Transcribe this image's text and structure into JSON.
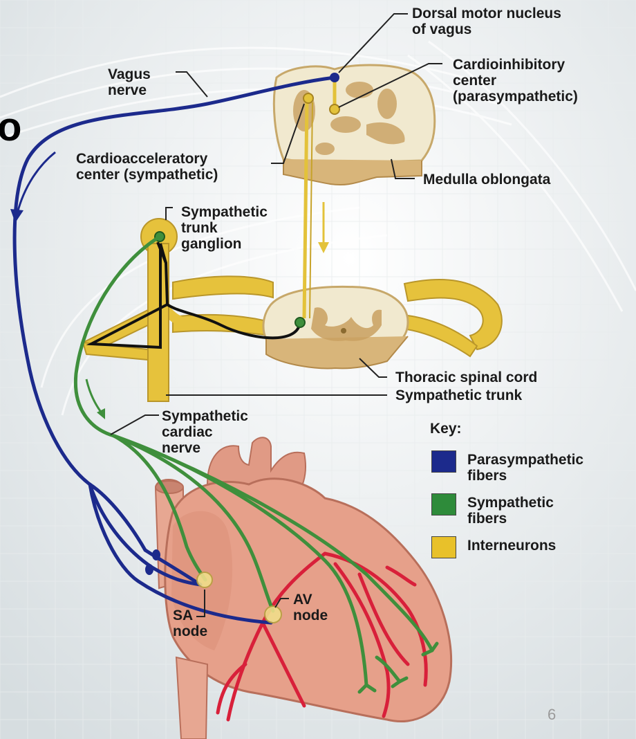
{
  "slide": {
    "partial_heading": "o",
    "page_number": "6"
  },
  "labels": {
    "dorsal_motor_nucleus": [
      "Dorsal motor nucleus",
      "of vagus"
    ],
    "vagus_nerve": [
      "Vagus",
      "nerve"
    ],
    "cardioinhibitory_center": [
      "Cardioinhibitory",
      "center",
      "(parasympathetic)"
    ],
    "cardioacceleratory_center": [
      "Cardioacceleratory",
      "center (sympathetic)"
    ],
    "medulla_oblongata": "Medulla oblongata",
    "sympathetic_trunk_ganglion": [
      "Sympathetic",
      "trunk",
      "ganglion"
    ],
    "thoracic_spinal_cord": "Thoracic spinal cord",
    "sympathetic_trunk": "Sympathetic trunk",
    "sympathetic_cardiac_nerve": [
      "Sympathetic",
      "cardiac",
      "nerve"
    ],
    "sa_node": [
      "SA",
      "node"
    ],
    "av_node": [
      "AV",
      "node"
    ]
  },
  "key": {
    "title": "Key:",
    "items": [
      {
        "label": [
          "Parasympathetic",
          "fibers"
        ],
        "color": "#1c2a8c"
      },
      {
        "label": [
          "Sympathetic",
          "fibers"
        ],
        "color": "#2e8b3a"
      },
      {
        "label": [
          "Interneurons"
        ],
        "color": "#e8c12a"
      }
    ]
  },
  "colors": {
    "parasympathetic": "#1c2a8c",
    "sympathetic": "#3f8f3c",
    "interneuron": "#e3c23a",
    "heart": "#e39a86",
    "artery": "#d8203a"
  }
}
